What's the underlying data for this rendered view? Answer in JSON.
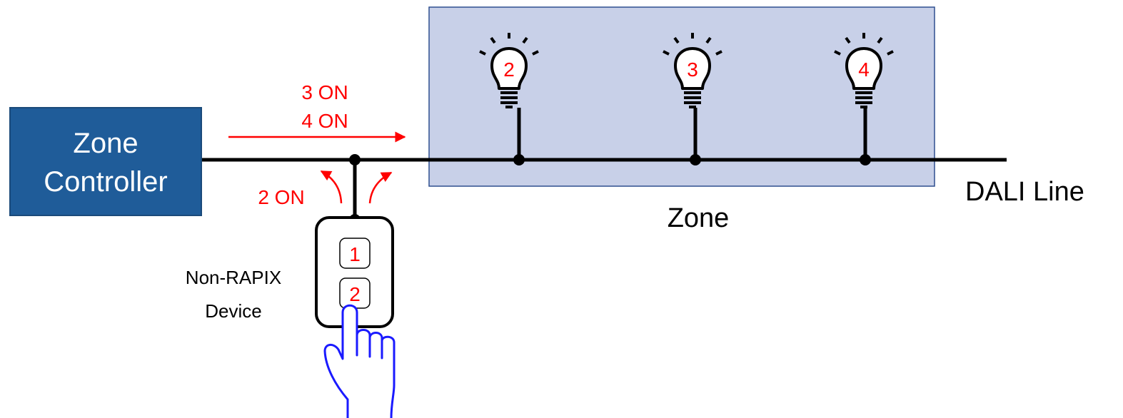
{
  "controller": {
    "line1": "Zone",
    "line2": "Controller"
  },
  "messages": {
    "line1": "3 ON",
    "line2": "4 ON",
    "local": "2 ON"
  },
  "lamps": [
    {
      "label": "2"
    },
    {
      "label": "3"
    },
    {
      "label": "4"
    }
  ],
  "zone_label": "Zone",
  "bus_label": "DALI Line",
  "device": {
    "label_line1": "Non-RAPIX",
    "label_line2": "Device",
    "buttons": [
      {
        "label": "1"
      },
      {
        "label": "2"
      }
    ]
  },
  "colors": {
    "controller_fill": "#1f5c99",
    "controller_border": "#1a4a7a",
    "zone_fill": "#c8d0e8",
    "zone_border": "#2f4f8f",
    "message_red": "#ff0000",
    "bus_black": "#000000",
    "hand_blue": "#1a1aff"
  }
}
